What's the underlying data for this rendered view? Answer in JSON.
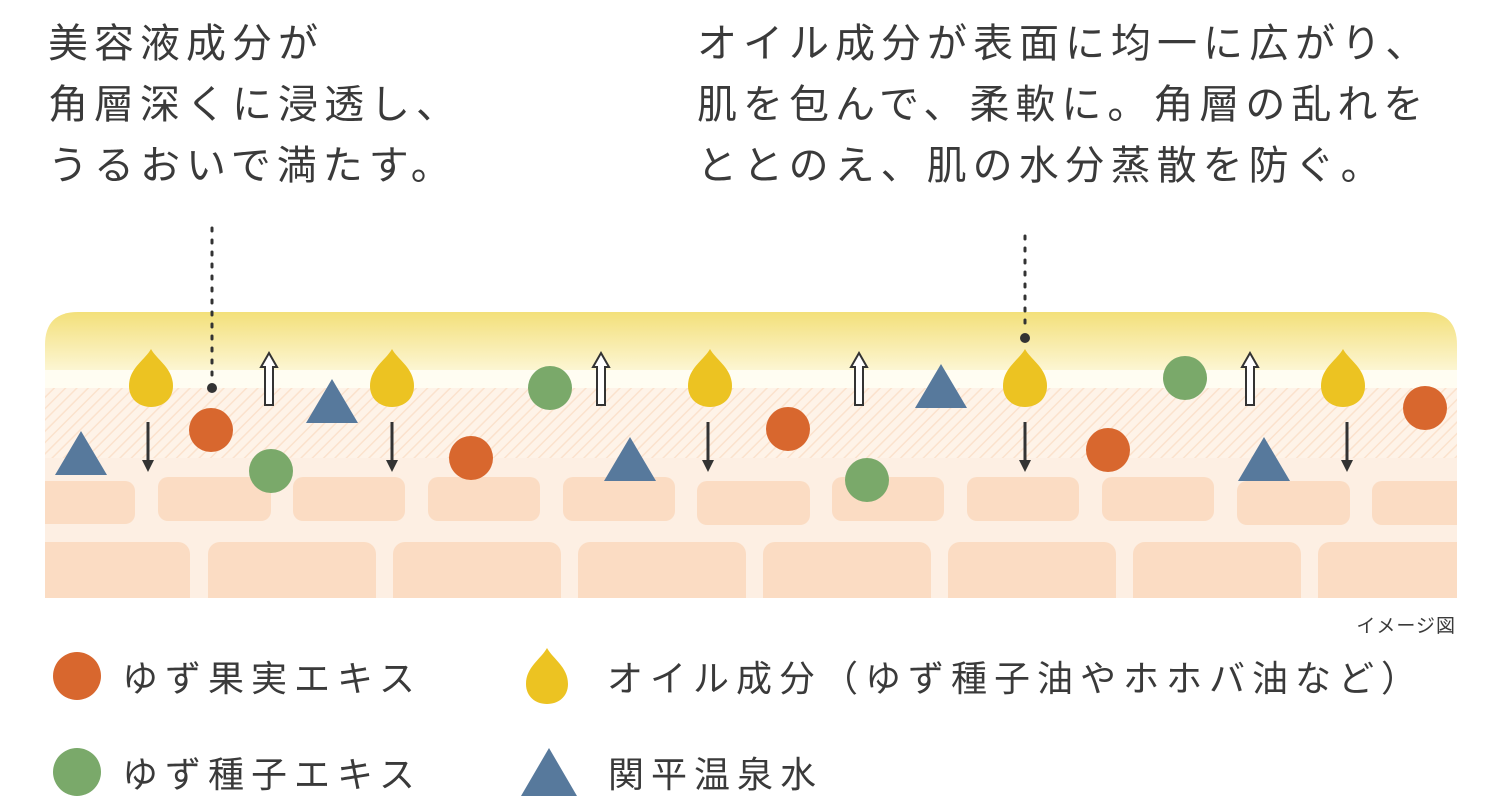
{
  "captions": {
    "left": [
      "美容液成分が",
      "角層深くに浸透し、",
      "うるおいで満たす。"
    ],
    "right": [
      "オイル成分が表面に均一に広がり、",
      "肌を包んで、柔軟に。角層の乱れを",
      "ととのえ、肌の水分蒸散を防ぐ。"
    ]
  },
  "image_note": "イメージ図",
  "legend": {
    "fruit_extract": "ゆず果実エキス",
    "seed_extract": "ゆず種子エキス",
    "oil": "オイル成分（ゆず種子油やホホバ油など）",
    "water": "関平温泉水"
  },
  "colors": {
    "fruit_circle": "#d8672e",
    "seed_circle": "#7aa96a",
    "oil_drop": "#ecc322",
    "water_triangle": "#57799c",
    "oil_film_top": "#f4e27a",
    "skin_cell": "#fbdcc3",
    "text": "#3a3a3a"
  },
  "icons": [
    "orange-circle-icon",
    "green-circle-icon",
    "yellow-drop-icon",
    "blue-triangle-icon",
    "down-arrow-icon",
    "up-arrow-icon"
  ]
}
